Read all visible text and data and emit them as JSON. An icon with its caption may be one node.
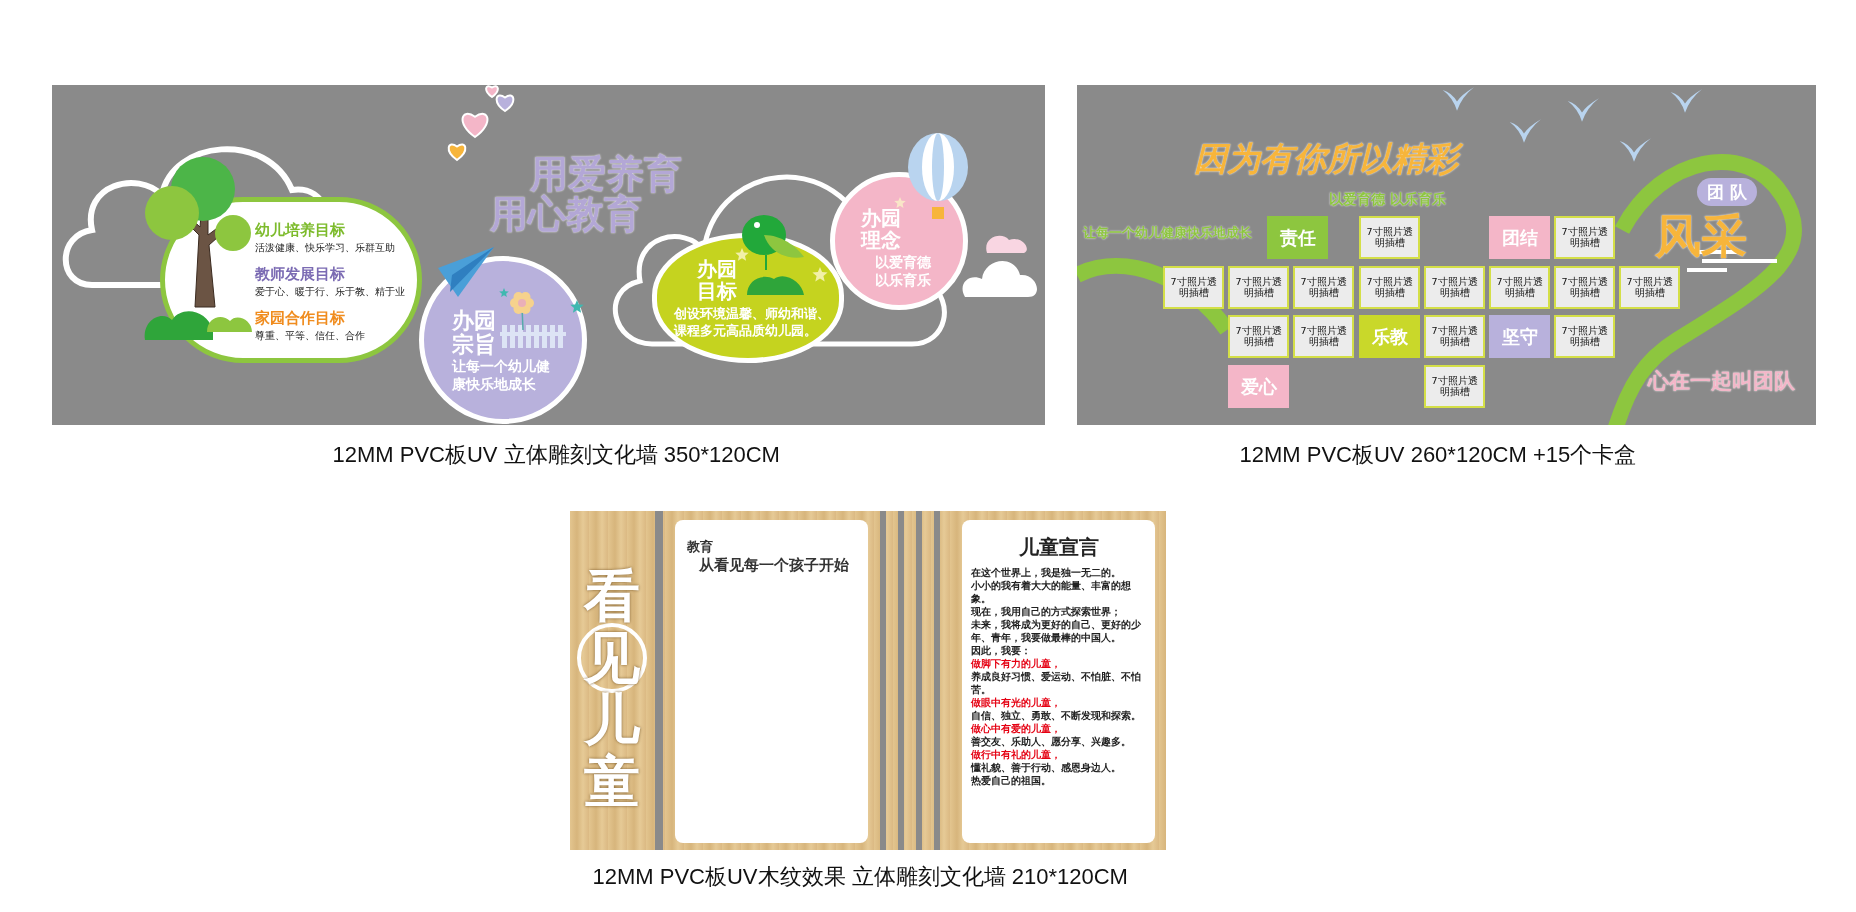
{
  "diagram": {
    "nodes": [
      {
        "text": [],
        "shape": "box",
        "beside": [
          "12MM PVC板UV 立体雕刻文化墙 350*120CM"
        ]
      },
      {
        "text": [
          "幼儿培养目标",
          "活泼健康、快乐学习、乐群互助",
          "教师发展目标",
          "爱于心、暖于行、乐于教、精于业",
          "家园合作目标",
          "尊重、平等、信任、合作"
        ],
        "in": 0
      },
      {
        "text": [
          "办园宗旨",
          "让每一个幼儿健康快乐地成长"
        ],
        "in": 0
      },
      {
        "text": [
          "办园目标",
          "创设环境温馨、师幼和谐、课程多元高品质幼儿园。"
        ],
        "in": 0
      },
      {
        "text": [
          "办园理念",
          "以爱育德以乐育乐"
        ],
        "in": 0
      },
      {
        "text": [],
        "shape": "box",
        "beside": [
          "12MM PVC板UV 260*120CM +15个卡盒"
        ]
      },
      {
        "text": [
          "团队"
        ],
        "in": 5
      },
      {
        "text": [
          "责任"
        ],
        "in": 5
      },
      {
        "text": [
          "7寸照片透明插槽"
        ],
        "in": 5
      },
      {
        "text": [
          "团结"
        ],
        "in": 5
      },
      {
        "text": [
          "7寸照片透明插槽"
        ],
        "in": 5
      },
      {
        "text": [
          "7寸照片透明插槽"
        ],
        "in": 5
      },
      {
        "text": [
          "7寸照片透明插槽"
        ],
        "in": 5
      },
      {
        "text": [
          "7寸照片透明插槽"
        ],
        "in": 5
      },
      {
        "text": [
          "7寸照片透明插槽"
        ],
        "in": 5
      },
      {
        "text": [
          "7寸照片透明插槽"
        ],
        "in": 5
      },
      {
        "text": [
          "7寸照片透明插槽"
        ],
        "in": 5
      },
      {
        "text": [
          "7寸照片透明插槽"
        ],
        "in": 5
      },
      {
        "text": [
          "7寸照片透明插槽"
        ],
        "in": 5
      },
      {
        "text": [
          "7寸照片透明插槽"
        ],
        "in": 5
      },
      {
        "text": [
          "7寸照片透明插槽"
        ],
        "in": 5
      },
      {
        "text": [
          "乐教"
        ],
        "in": 5
      },
      {
        "text": [
          "7寸照片透明插槽"
        ],
        "in": 5
      },
      {
        "text": [
          "坚守"
        ],
        "in": 5
      },
      {
        "text": [
          "7寸照片透明插槽"
        ],
        "in": 5
      },
      {
        "text": [
          "爱心"
        ],
        "in": 5
      },
      {
        "text": [
          "7寸照片透明插槽"
        ],
        "in": 5
      },
      {
        "text": [],
        "shape": "box",
        "beside": [
          "12MM PVC板UV木纹效果 立体雕刻文化墙 210*120CM"
        ]
      },
      {
        "text": [
          "教育",
          "从看见每一个孩子开始"
        ],
        "in": 27
      },
      {
        "text": [
          "儿童宣言",
          "在这个世界上，我是独一无二的。",
          "小小的我有着大大的能量、丰富的想象。",
          "现在，我用自己的方式探索世界；",
          "未来，我将成为更好的自己、更好的少年、青年，我要做最棒的中国人。",
          "因此，我要：",
          "做脚下有力的儿童，",
          "养成良好习惯、爱运动、不怕脏、不怕苦。",
          "做眼中有光的儿童，",
          "自信、独立、勇敢、不断发现和探索。",
          "做心中有爱的儿童，",
          "善交友、乐助人、愿分享、兴趣多。",
          "做行中有礼的儿童，",
          "懂礼貌、善于行动、感恩身边人。",
          "热爱自己的祖国。"
        ],
        "in": 27
      }
    ],
    "labels": [
      "用爱养育用心教育",
      "因为有你所以精彩",
      "以爱育德 以乐育乐",
      "让每一个幼儿健康快乐地成长",
      "风采",
      "心在一起叫团队",
      "看见儿童"
    ]
  }
}
